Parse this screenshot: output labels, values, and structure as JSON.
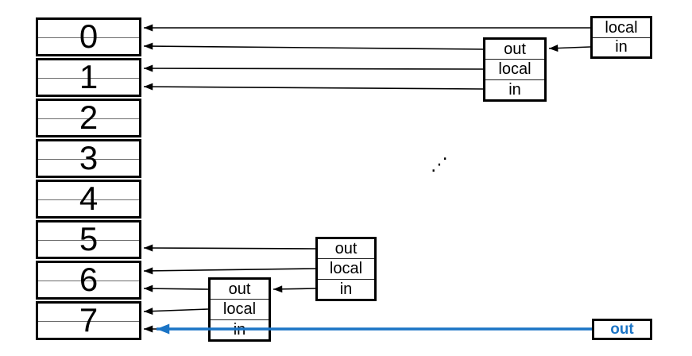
{
  "register_file": {
    "blocks": [
      "0",
      "1",
      "2",
      "3",
      "4",
      "5",
      "6",
      "7"
    ]
  },
  "windows": [
    {
      "id": "caller-partial",
      "rows": [
        "local",
        "in"
      ]
    },
    {
      "id": "window-1",
      "rows": [
        "out",
        "local",
        "in"
      ]
    },
    {
      "id": "window-2",
      "rows": [
        "out",
        "local",
        "in"
      ]
    },
    {
      "id": "window-3",
      "rows": [
        "out",
        "local",
        "in"
      ]
    },
    {
      "id": "current-out",
      "rows": [
        "out"
      ]
    }
  ],
  "ellipsis": "⋰",
  "colors": {
    "line": "#000000",
    "highlight_blue": "#1b74c5",
    "divider": "#6b6b6b"
  }
}
